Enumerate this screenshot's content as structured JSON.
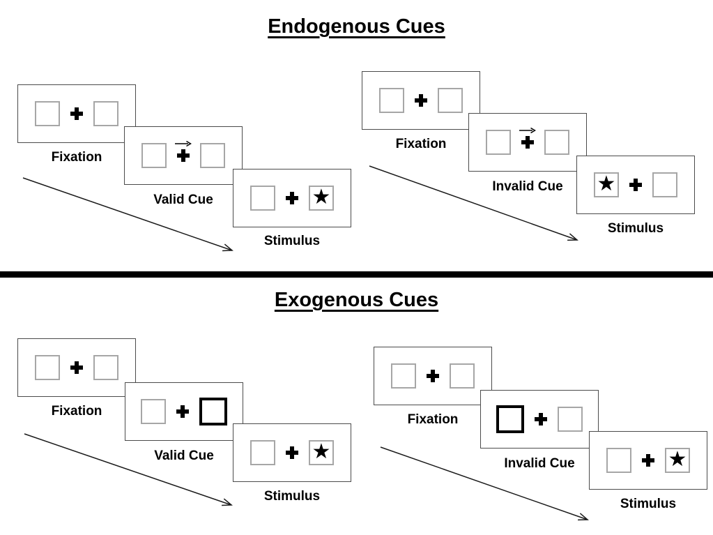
{
  "diagram": {
    "sections": [
      {
        "title": "Endogenous Cues",
        "sequences": [
          {
            "name": "valid",
            "panels": [
              {
                "label": "Fixation",
                "left_box": "empty",
                "right_box": "empty",
                "cue": "none"
              },
              {
                "label": "Valid Cue",
                "left_box": "empty",
                "right_box": "empty",
                "cue": "central-arrow-right"
              },
              {
                "label": "Stimulus",
                "left_box": "empty",
                "right_box": "star",
                "cue": "none"
              }
            ]
          },
          {
            "name": "invalid",
            "panels": [
              {
                "label": "Fixation",
                "left_box": "empty",
                "right_box": "empty",
                "cue": "none"
              },
              {
                "label": "Invalid Cue",
                "left_box": "empty",
                "right_box": "empty",
                "cue": "central-arrow-right"
              },
              {
                "label": "Stimulus",
                "left_box": "star",
                "right_box": "empty",
                "cue": "none"
              }
            ]
          }
        ]
      },
      {
        "title": "Exogenous Cues",
        "sequences": [
          {
            "name": "valid",
            "panels": [
              {
                "label": "Fixation",
                "left_box": "empty",
                "right_box": "empty",
                "cue": "none"
              },
              {
                "label": "Valid Cue",
                "left_box": "empty",
                "right_box": "highlighted",
                "cue": "peripheral-highlight-right"
              },
              {
                "label": "Stimulus",
                "left_box": "empty",
                "right_box": "star",
                "cue": "none"
              }
            ]
          },
          {
            "name": "invalid",
            "panels": [
              {
                "label": "Fixation",
                "left_box": "empty",
                "right_box": "empty",
                "cue": "none"
              },
              {
                "label": "Invalid Cue",
                "left_box": "highlighted",
                "right_box": "empty",
                "cue": "peripheral-highlight-left"
              },
              {
                "label": "Stimulus",
                "left_box": "empty",
                "right_box": "star",
                "cue": "none"
              }
            ]
          }
        ]
      }
    ]
  },
  "glyphs": {
    "star": "★"
  },
  "colors": {
    "ink": "#000000",
    "panel_border": "#4a4a4a",
    "box_border": "#a6a6a6",
    "arrow": "#1a1a1a",
    "background": "#ffffff"
  }
}
